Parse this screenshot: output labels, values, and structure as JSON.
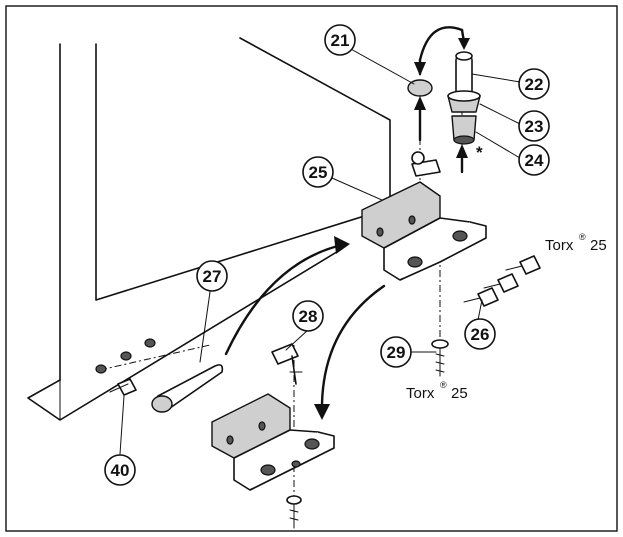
{
  "callouts": [
    {
      "id": "c21",
      "label": "21"
    },
    {
      "id": "c22",
      "label": "22"
    },
    {
      "id": "c23",
      "label": "23"
    },
    {
      "id": "c24",
      "label": "24"
    },
    {
      "id": "c25",
      "label": "25"
    },
    {
      "id": "c26",
      "label": "26"
    },
    {
      "id": "c27",
      "label": "27"
    },
    {
      "id": "c28",
      "label": "28"
    },
    {
      "id": "c29",
      "label": "29"
    },
    {
      "id": "c40",
      "label": "40"
    }
  ],
  "torx_labels": [
    {
      "id": "torx-upper",
      "text": "Torx",
      "mark": "®",
      "size": "25"
    },
    {
      "id": "torx-lower",
      "text": "Torx",
      "mark": "®",
      "size": "25"
    }
  ],
  "asterisk": "*"
}
